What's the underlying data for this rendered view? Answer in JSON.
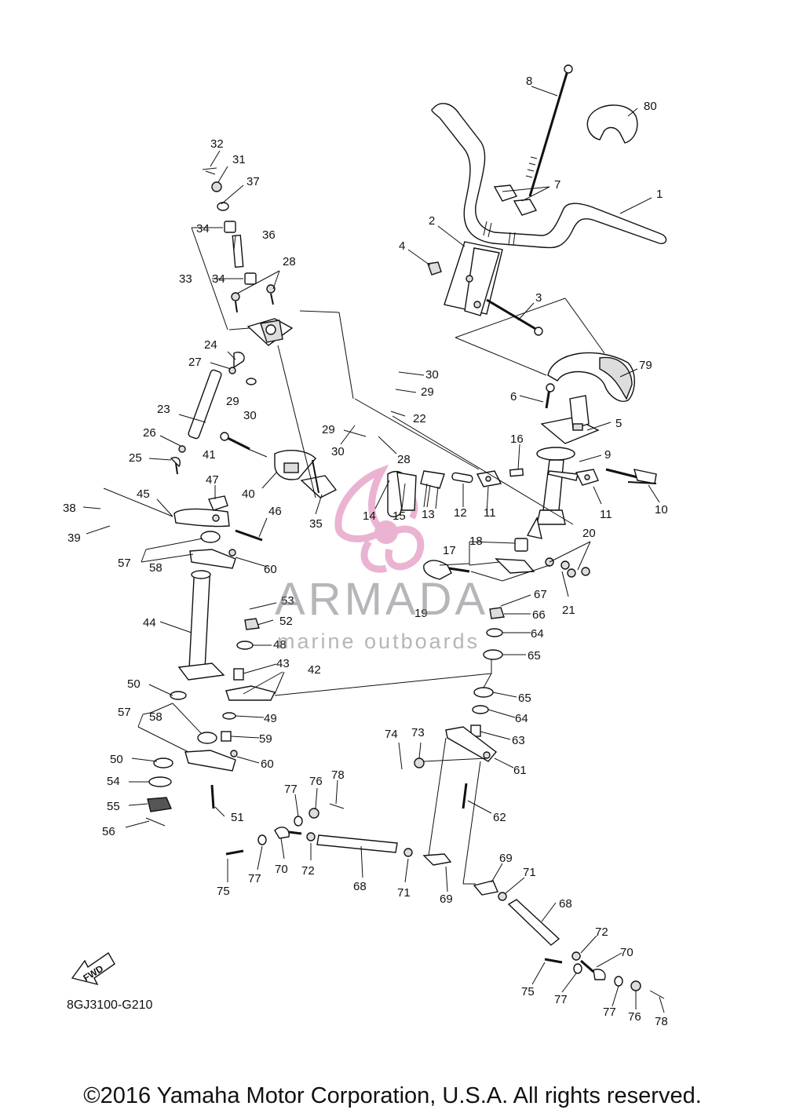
{
  "diagram_code": "8GJ3100-G210",
  "copyright": "©2016 Yamaha Motor Corporation, U.S.A. All rights reserved.",
  "fwd_label": "FWD",
  "watermark": {
    "brand": "ARMADA",
    "subtitle": "marine outboards"
  },
  "colors": {
    "ink": "#111111",
    "watermark_pink": "#e59ac4",
    "watermark_gray": "#7a7a82"
  },
  "callouts": [
    "1",
    "2",
    "3",
    "4",
    "5",
    "6",
    "7",
    "8",
    "9",
    "10",
    "11",
    "11",
    "12",
    "13",
    "14",
    "15",
    "16",
    "17",
    "18",
    "19",
    "20",
    "21",
    "22",
    "23",
    "24",
    "25",
    "26",
    "27",
    "28",
    "28",
    "29",
    "29",
    "29",
    "30",
    "30",
    "30",
    "31",
    "32",
    "33",
    "34",
    "34",
    "35",
    "36",
    "37",
    "38",
    "39",
    "40",
    "41",
    "42",
    "43",
    "44",
    "45",
    "46",
    "47",
    "48",
    "49",
    "50",
    "50",
    "51",
    "52",
    "53",
    "54",
    "55",
    "56",
    "57",
    "57",
    "58",
    "58",
    "59",
    "60",
    "60",
    "61",
    "62",
    "63",
    "64",
    "64",
    "65",
    "65",
    "66",
    "67",
    "68",
    "68",
    "69",
    "69",
    "70",
    "70",
    "71",
    "71",
    "72",
    "72",
    "73",
    "74",
    "75",
    "75",
    "76",
    "76",
    "77",
    "77",
    "77",
    "77",
    "78",
    "78",
    "79",
    "80"
  ]
}
